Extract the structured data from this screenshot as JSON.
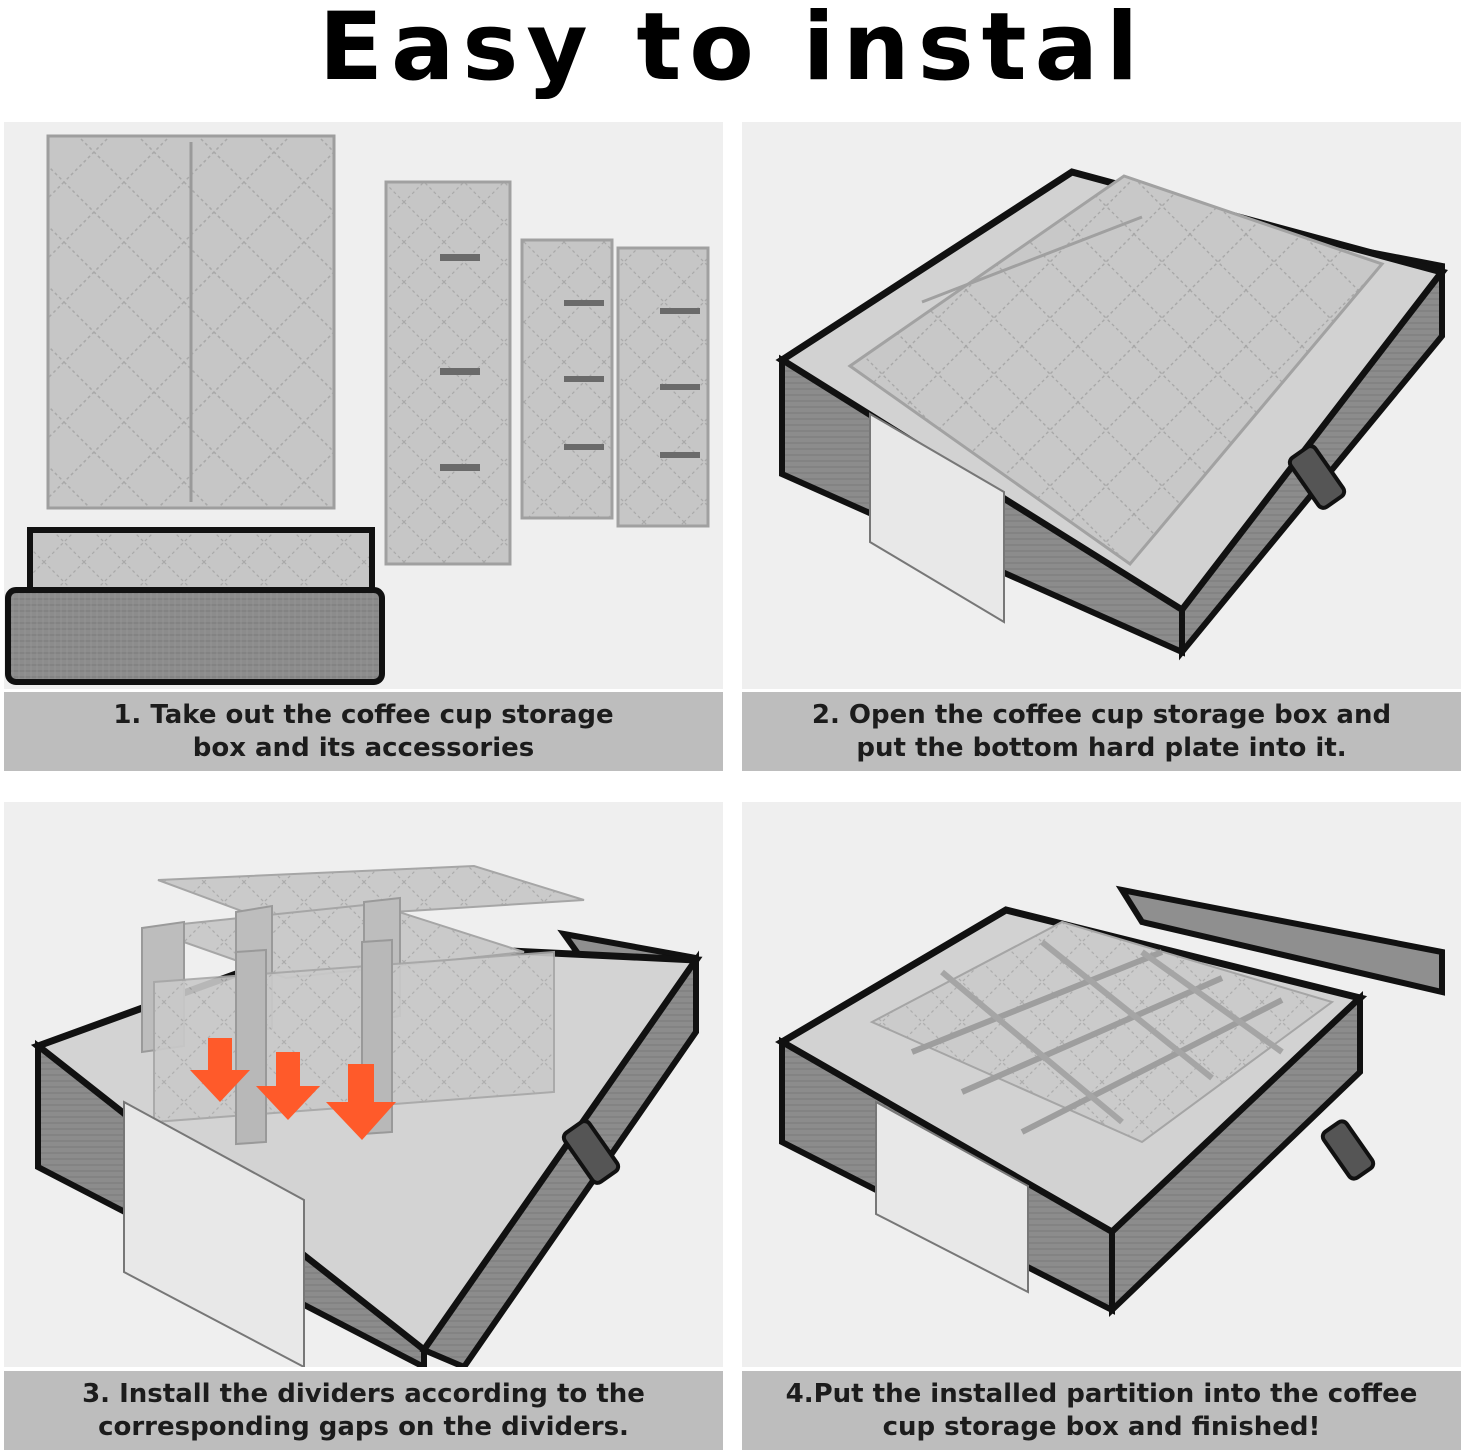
{
  "header": {
    "title": "Easy to instal"
  },
  "steps": [
    {
      "caption": "1. Take out the coffee cup storage\nbox and its accessories",
      "image": "box-parts-laid-out"
    },
    {
      "caption": "2. Open the coffee cup storage box and\nput the bottom hard plate into it.",
      "image": "open-box-with-plate"
    },
    {
      "caption": "3. Install the dividers according to the\ncorresponding gaps on the dividers.",
      "image": "dividers-inserted-into-box"
    },
    {
      "caption": "4.Put the installed partition into the coffee\ncup storage box and finished!",
      "image": "finished-box-with-compartments"
    }
  ],
  "colors": {
    "fabric": "#8a8a8a",
    "felt": "#c7c7c7",
    "trim": "#111111",
    "caption_bg": "#bdbdbd",
    "arrow": "#ff5a2a"
  },
  "icons": [
    "arrow-down-icon"
  ]
}
